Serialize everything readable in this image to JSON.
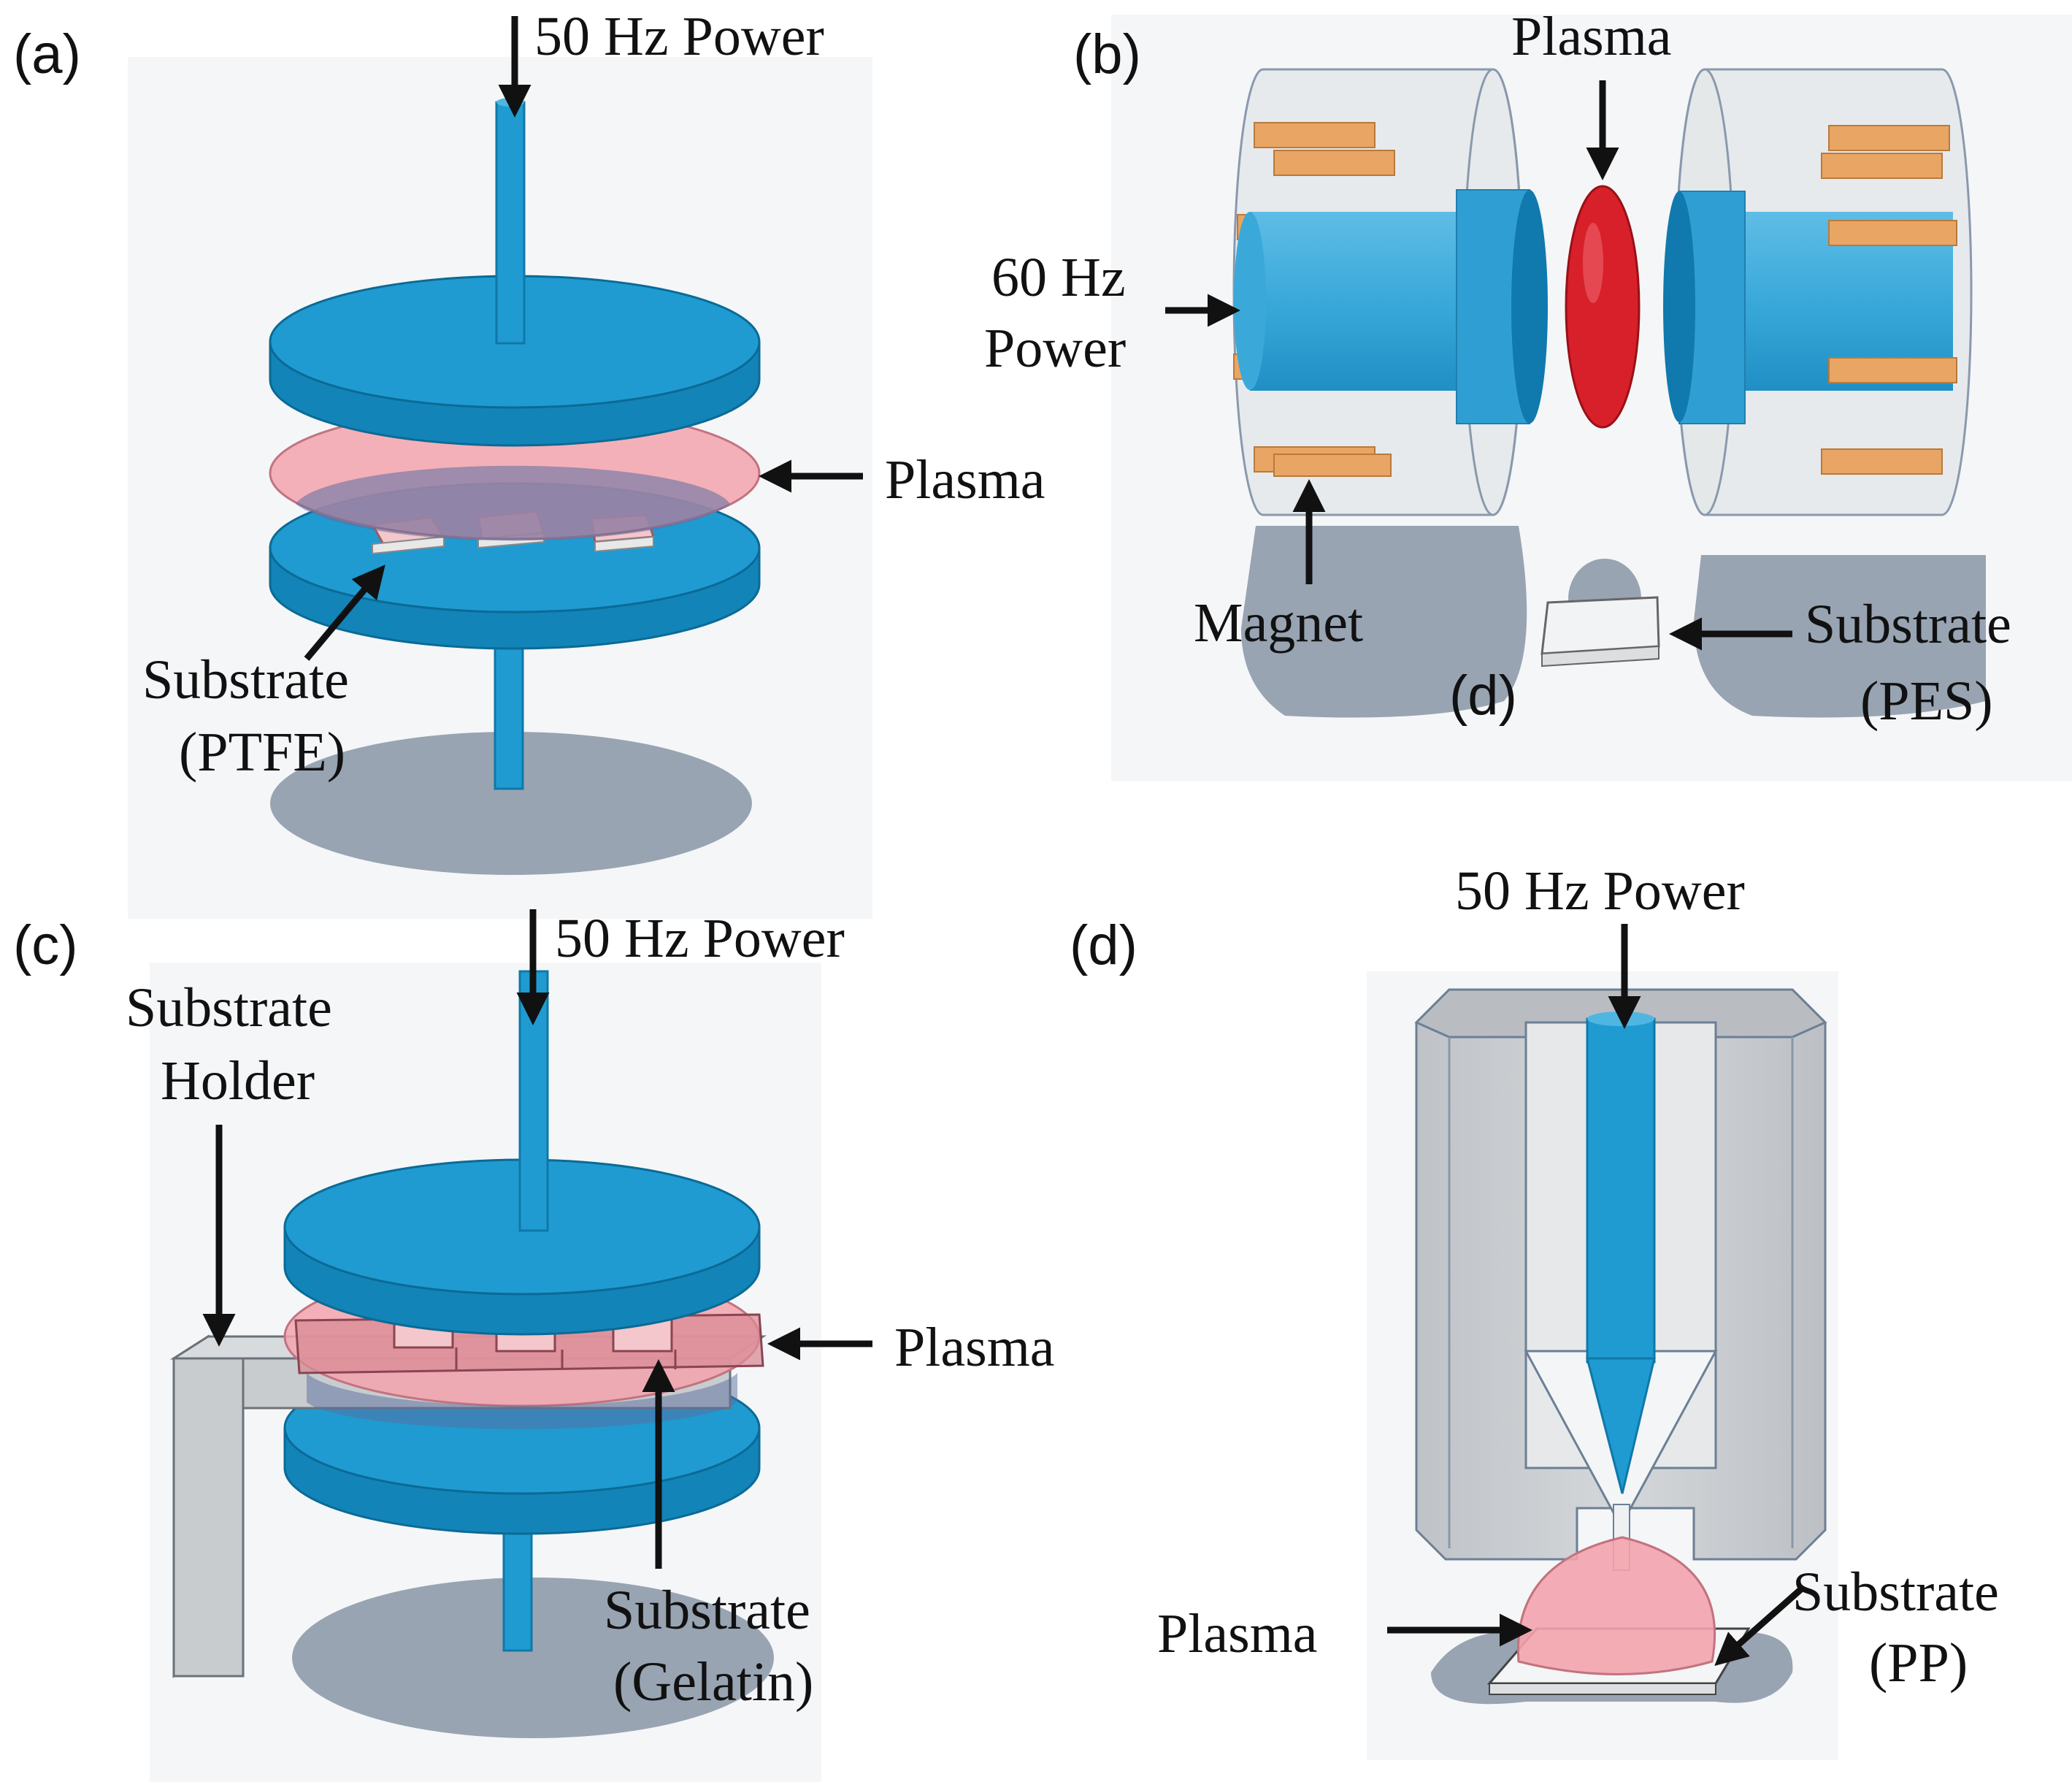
{
  "panels": {
    "a": {
      "letter": "(a)",
      "power": "50 Hz Power",
      "plasma": "Plasma",
      "substrate_line1": "Substrate",
      "substrate_line2": "(PTFE)"
    },
    "b": {
      "letter": "(b)",
      "plasma": "Plasma",
      "power_line1": "60 Hz",
      "power_line2": "Power",
      "magnet": "Magnet",
      "substrate_line1": "Substrate",
      "substrate_line2": "(PES)",
      "inner_letter": "(d)"
    },
    "c": {
      "letter": "(c)",
      "power": "50 Hz Power",
      "holder_line1": "Substrate",
      "holder_line2": "Holder",
      "plasma": "Plasma",
      "substrate_line1": "Substrate",
      "substrate_line2": "(Gelatin)"
    },
    "d": {
      "letter": "(d)",
      "power": "50 Hz Power",
      "plasma": "Plasma",
      "substrate_line1": "Substrate",
      "substrate_line2": "(PP)"
    }
  },
  "colors": {
    "electrode": "#1f9bd1",
    "electrode_dark": "#0f78a8",
    "plasma_pink": "#f3a3ad",
    "plasma_red": "#d8202a",
    "magnet": "#e9a564",
    "housing": "#c9cccf",
    "background_panel": "#f5f6f7",
    "shadow": "#98a4b2"
  }
}
